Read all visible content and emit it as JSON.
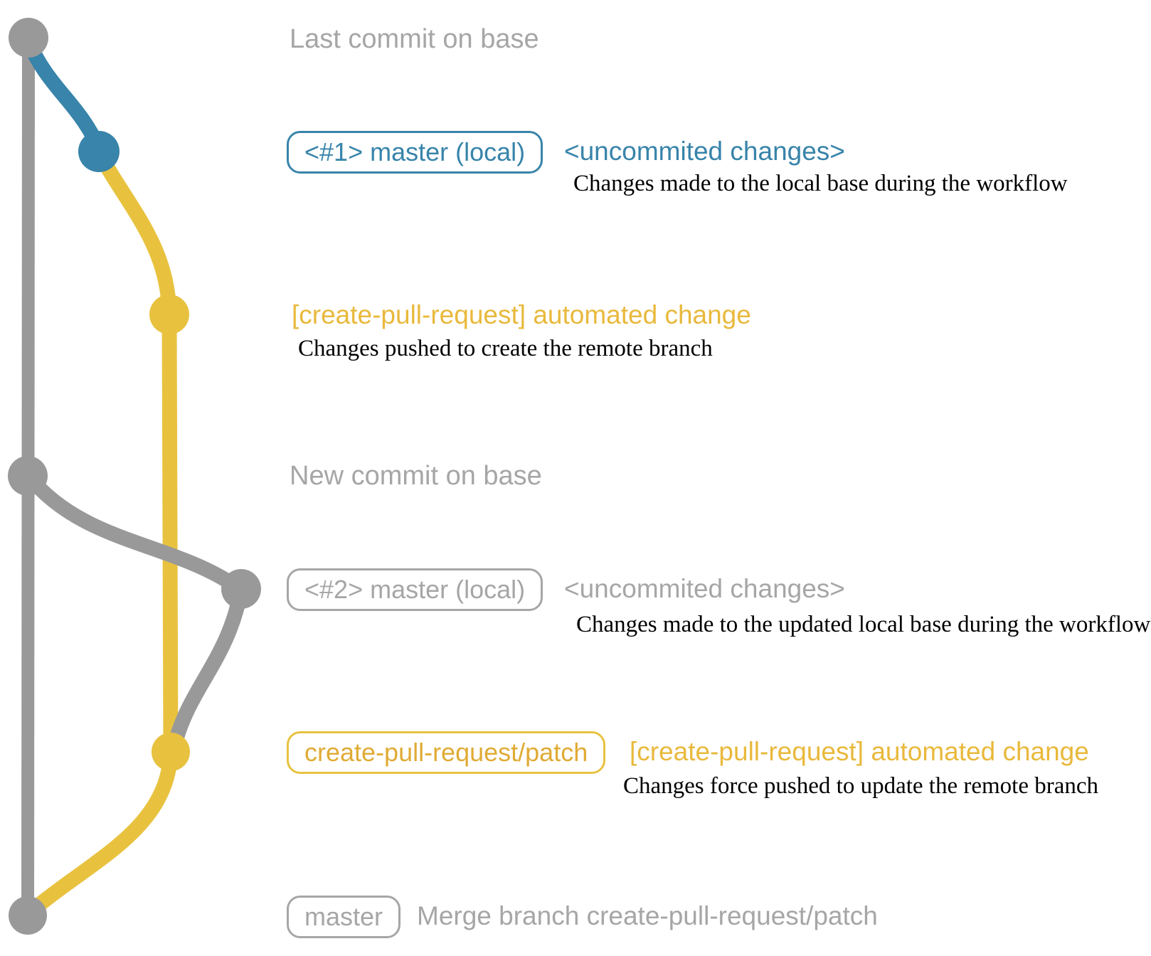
{
  "diagram": {
    "captions": {
      "last_commit": "Last commit on base",
      "new_commit": "New commit on base",
      "merge_message": "Merge branch create-pull-request/patch"
    },
    "labels": {
      "local1": {
        "box": "<#1> master (local)",
        "tag": "<uncommited changes>",
        "desc": "Changes made to the local base during the workflow"
      },
      "remote1": {
        "tag": "[create-pull-request] automated change",
        "desc": "Changes pushed to create the remote branch"
      },
      "local2": {
        "box": "<#2> master (local)",
        "tag": "<uncommited changes>",
        "desc": "Changes made to the updated local base during the workflow"
      },
      "remote2": {
        "box": "create-pull-request/patch",
        "tag": "[create-pull-request] automated change",
        "desc": "Changes force pushed to update the remote branch"
      },
      "merge": {
        "box": "master"
      }
    },
    "colors": {
      "base_gray": "#999999",
      "branch_blue": "#3884aa",
      "branch_yellow": "#e8c23f",
      "label_gray": "#a6a6a6",
      "description_black": "#000000"
    }
  }
}
